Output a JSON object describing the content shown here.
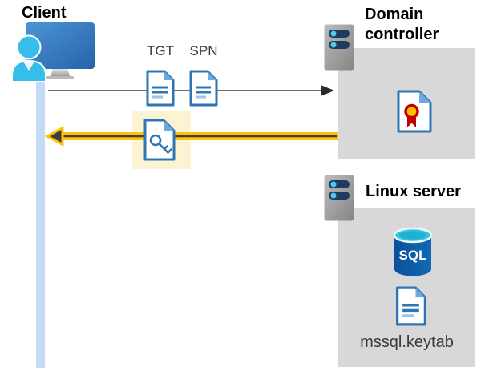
{
  "client": {
    "label": "Client"
  },
  "request_flow": {
    "tgt_label": "TGT",
    "spn_label": "SPN"
  },
  "domain_controller": {
    "label": "Domain controller"
  },
  "linux_server": {
    "label": "Linux server",
    "sql_badge": "SQL",
    "keytab_label": "mssql.keytab"
  },
  "icons": {
    "client": "monitor-user-icon",
    "servers": "server-icon",
    "tickets": "document-icon",
    "response_ticket": "key-document-icon",
    "domain_controller_content": "certificate-icon",
    "linux_content": [
      "sql-database-icon",
      "document-icon"
    ]
  },
  "colors": {
    "accent_yellow": "#FFC10A",
    "arrow_dark_core": "#3F3F3D",
    "request_arrow_gray": "#595959",
    "highlight_bg": "#FBF3D2",
    "panel_gray": "#D8D8D8",
    "doc_border_blue": "#2E75B6",
    "doc_fold_blue": "#6FA8DC",
    "client_lifeline_blue": "#C3DBF7",
    "server_bar_navy": "#1F3A5F",
    "server_dot_cyan": "#4FC8ED",
    "person_cyan": "#35BEE9",
    "sql_body_blue": "#0C5AA6",
    "sql_top_cyan": "#35C3E0",
    "cert_ribbon_red": "#C00000",
    "cert_seal_gold": "#FFC000",
    "label_text_dark": "#3C3C3C"
  }
}
